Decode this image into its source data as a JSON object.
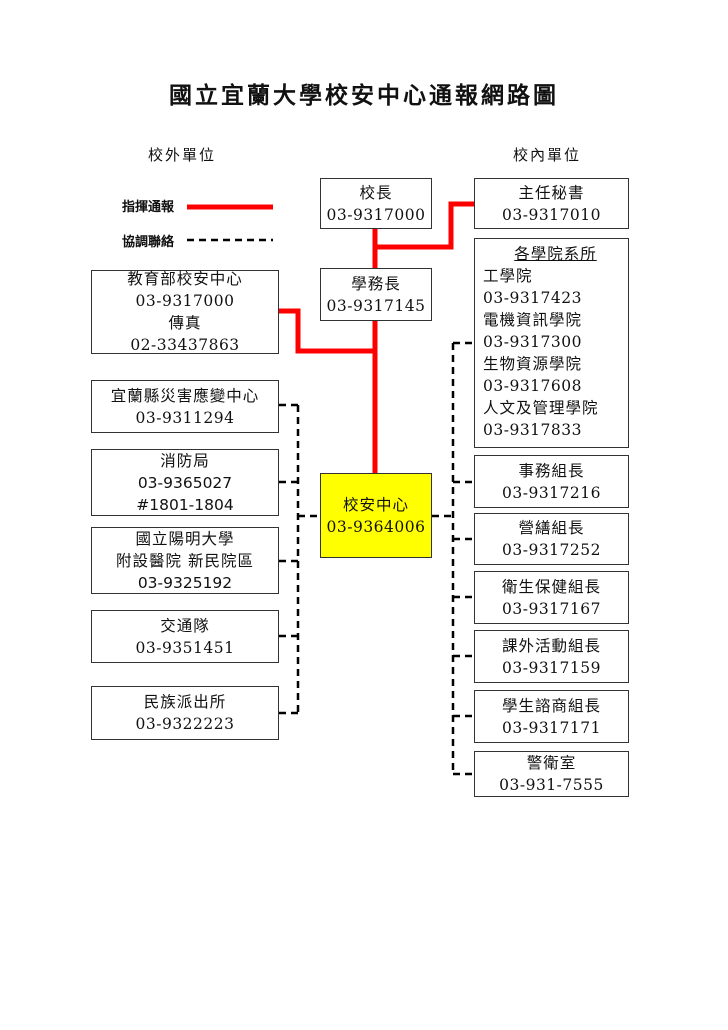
{
  "title": "國立宜蘭大學校安中心通報網路圖",
  "columns": {
    "outside": "校外單位",
    "inside": "校內單位"
  },
  "legend": {
    "command": "指揮通報",
    "coordinate": "協調聯絡"
  },
  "colors": {
    "command_line": "#ff0000",
    "center_fill": "#ffff00",
    "coordinate_line": "#000000"
  },
  "center": {
    "name": "校安中心",
    "phone": "03-9364006"
  },
  "president": {
    "name": "校長",
    "phone": "03-9317000"
  },
  "student_affairs": {
    "name": "學務長",
    "phone": "03-9317145"
  },
  "chief_secretary": {
    "name": "主任秘書",
    "phone": "03-9317010"
  },
  "colleges": {
    "heading": "各學院系所",
    "entries": [
      {
        "name": "工學院",
        "phone": "03-9317423"
      },
      {
        "name": "電機資訊學院",
        "phone": "03-9317300"
      },
      {
        "name": "生物資源學院",
        "phone": "03-9317608"
      },
      {
        "name": "人文及管理學院",
        "phone": "03-9317833"
      }
    ]
  },
  "moe": {
    "name": "教育部校安中心",
    "phone": "03-9317000",
    "fax_label": "傳真",
    "fax": "02-33437863"
  },
  "outside_units": [
    {
      "name": "宜蘭縣災害應變中心",
      "phone": "03-9311294"
    },
    {
      "name": "消防局",
      "phone": "03-9365027",
      "ext": "#1801-1804"
    },
    {
      "name": "國立陽明大學",
      "name2": "附設醫院 新民院區",
      "phone": "03-9325192"
    },
    {
      "name": "交通隊",
      "phone": "03-9351451"
    },
    {
      "name": "民族派出所",
      "phone": "03-9322223"
    }
  ],
  "inside_units": [
    {
      "name": "事務組長",
      "phone": "03-9317216"
    },
    {
      "name": "營繕組長",
      "phone": "03-9317252"
    },
    {
      "name": "衛生保健組長",
      "phone": "03-9317167"
    },
    {
      "name": "課外活動組長",
      "phone": "03-9317159"
    },
    {
      "name": "學生諮商組長",
      "phone": "03-9317171"
    },
    {
      "name": "警衛室",
      "phone": "03-931-7555"
    }
  ]
}
